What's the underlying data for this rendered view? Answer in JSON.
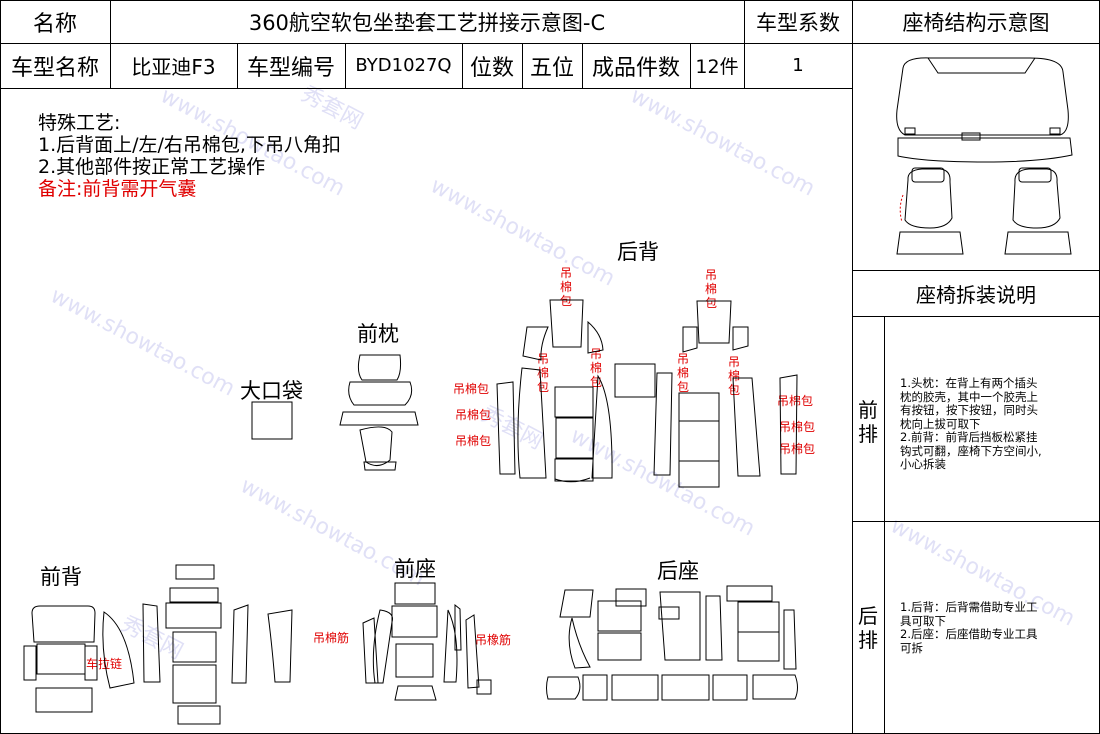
{
  "header": {
    "name_label": "名称",
    "title": "360航空软包坐垫套工艺拼接示意图-C",
    "coef_label": "车型系数",
    "struct_title": "座椅结构示意图"
  },
  "info_row": {
    "model_name_label": "车型名称",
    "model_name": "比亚迪F3",
    "model_code_label": "车型编号",
    "model_code": "BYD1027Q",
    "seats_label": "位数",
    "seats": "五位",
    "pieces_label": "成品件数",
    "pieces": "12件",
    "coef": "1"
  },
  "process": {
    "heading": "特殊工艺:",
    "line1": "1.后背面上/左/右吊棉包,下吊八角扣",
    "line2": "2.其他部件按正常工艺操作",
    "remark": "备注:前背需开气囊"
  },
  "parts": {
    "rear_back": "后背",
    "front_pillow": "前枕",
    "big_pocket": "大口袋",
    "front_back": "前背",
    "front_seat": "前座",
    "rear_seat": "后座"
  },
  "annotations": {
    "hang_pad": "吊棉包",
    "hang_pad_v": [
      "吊",
      "棉",
      "包"
    ],
    "zipper": "车拉链",
    "hang_rib": "吊棉筋",
    "hang_rib2": "吊橡筋"
  },
  "disassembly": {
    "title": "座椅拆装说明",
    "front_row": [
      "前",
      "排"
    ],
    "front_text": [
      "1.头枕：在背上有两个插头",
      "枕的胶壳，其中一个胶壳上",
      "有按钮，按下按钮，同时头",
      "枕向上拔可取下",
      "2.前背：前背后挡板松紧挂",
      "钩式可翻，座椅下方空间小,",
      "小心拆装"
    ],
    "rear_row": [
      "后",
      "排"
    ],
    "rear_text": [
      "1.后背：后背需借助专业工",
      "具可取下",
      "2.后座：后座借助专业工具",
      "可拆"
    ]
  },
  "watermark": {
    "brand": "秀套网",
    "url": "www.showtao.com"
  }
}
